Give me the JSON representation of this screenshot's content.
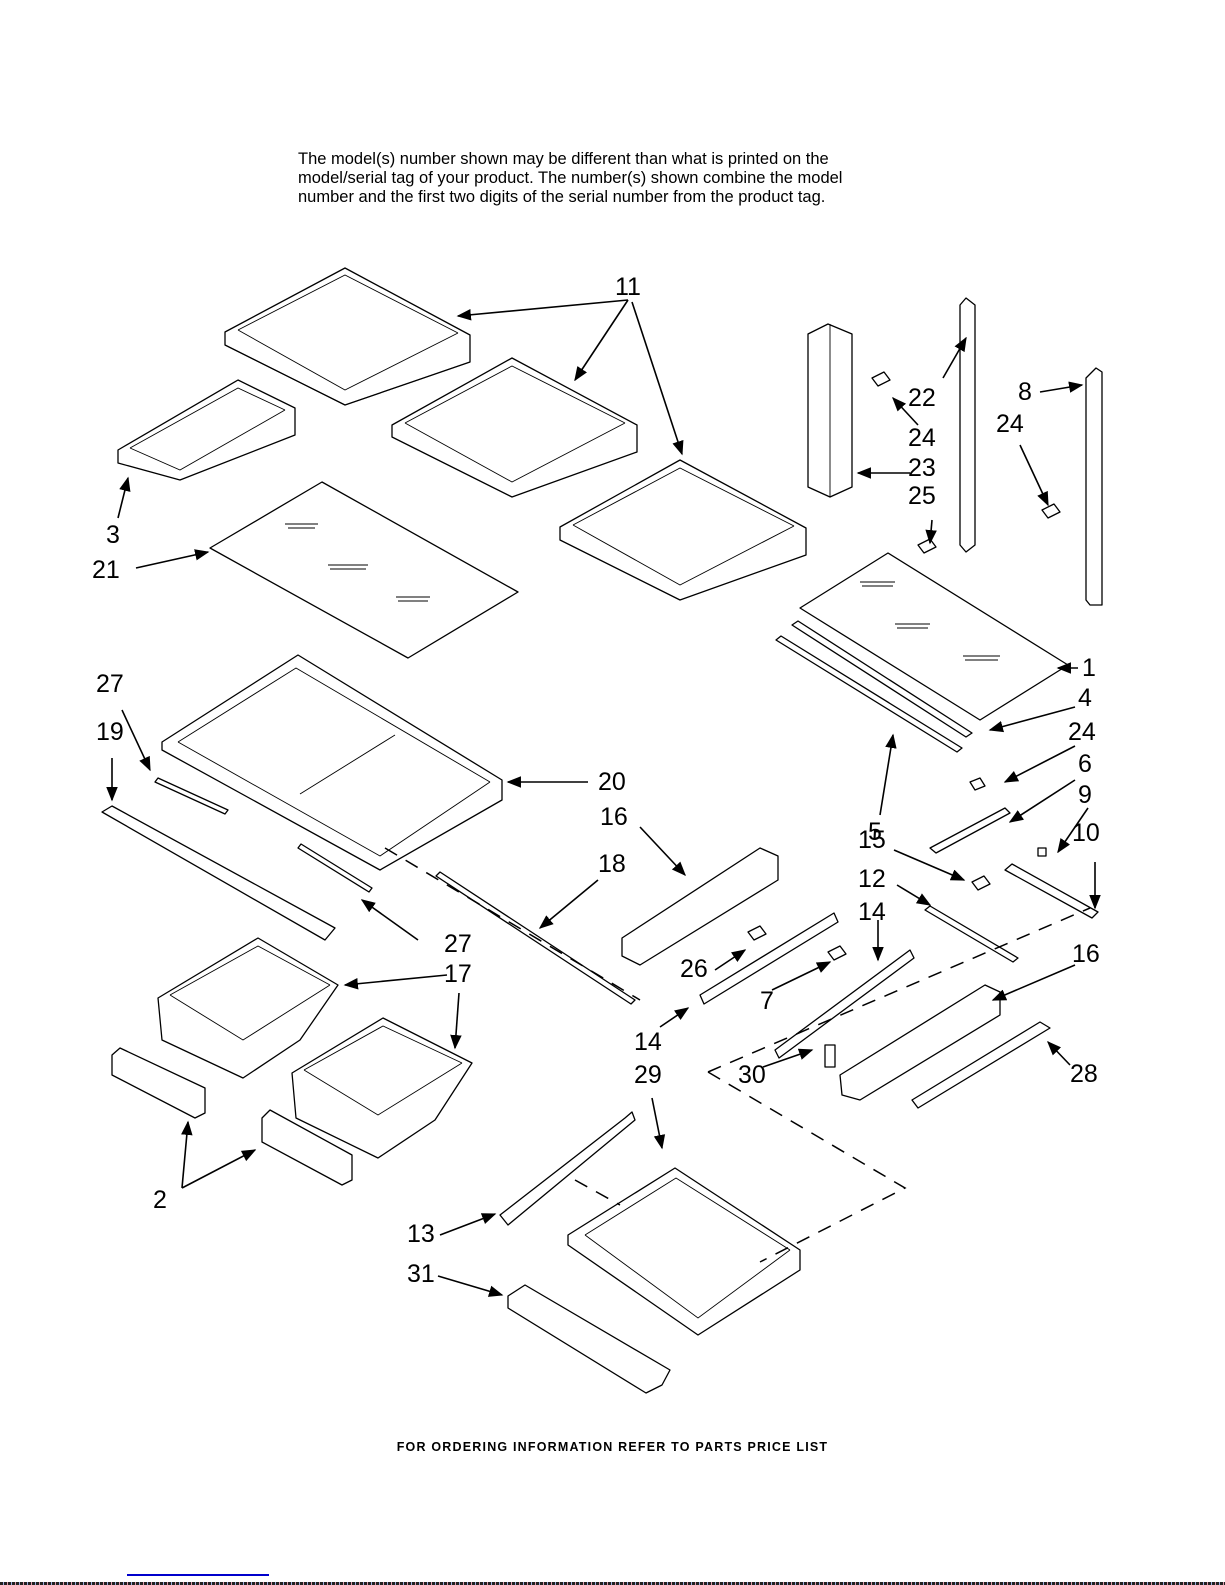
{
  "disclaimer": {
    "lines": [
      "The model(s) number shown may be different than what is printed on the",
      "model/serial tag of your product. The number(s) shown combine the model",
      "number and the first two digits of the serial number from the product tag."
    ]
  },
  "footer": {
    "text": "FOR ORDERING INFORMATION REFER TO PARTS PRICE LIST"
  },
  "diagram": {
    "title": "Refrigerator shelf parts exploded view",
    "callouts": [
      {
        "id": "c11",
        "label": "11"
      },
      {
        "id": "c3",
        "label": "3"
      },
      {
        "id": "c21",
        "label": "21"
      },
      {
        "id": "c22",
        "label": "22"
      },
      {
        "id": "c24a",
        "label": "24"
      },
      {
        "id": "c23",
        "label": "23"
      },
      {
        "id": "c25",
        "label": "25"
      },
      {
        "id": "c8",
        "label": "8"
      },
      {
        "id": "c24b",
        "label": "24"
      },
      {
        "id": "c1",
        "label": "1"
      },
      {
        "id": "c4",
        "label": "4"
      },
      {
        "id": "c24c",
        "label": "24"
      },
      {
        "id": "c6",
        "label": "6"
      },
      {
        "id": "c9",
        "label": "9"
      },
      {
        "id": "c5",
        "label": "5"
      },
      {
        "id": "c15",
        "label": "15"
      },
      {
        "id": "c10",
        "label": "10"
      },
      {
        "id": "c12",
        "label": "12"
      },
      {
        "id": "c14a",
        "label": "14"
      },
      {
        "id": "c16a",
        "label": "16"
      },
      {
        "id": "c16b",
        "label": "16"
      },
      {
        "id": "c27a",
        "label": "27"
      },
      {
        "id": "c19",
        "label": "19"
      },
      {
        "id": "c20",
        "label": "20"
      },
      {
        "id": "c18",
        "label": "18"
      },
      {
        "id": "c27b",
        "label": "27"
      },
      {
        "id": "c17",
        "label": "17"
      },
      {
        "id": "c26",
        "label": "26"
      },
      {
        "id": "c7",
        "label": "7"
      },
      {
        "id": "c14b",
        "label": "14"
      },
      {
        "id": "c29",
        "label": "29"
      },
      {
        "id": "c30",
        "label": "30"
      },
      {
        "id": "c28",
        "label": "28"
      },
      {
        "id": "c2",
        "label": "2"
      },
      {
        "id": "c13",
        "label": "13"
      },
      {
        "id": "c31",
        "label": "31"
      }
    ]
  }
}
